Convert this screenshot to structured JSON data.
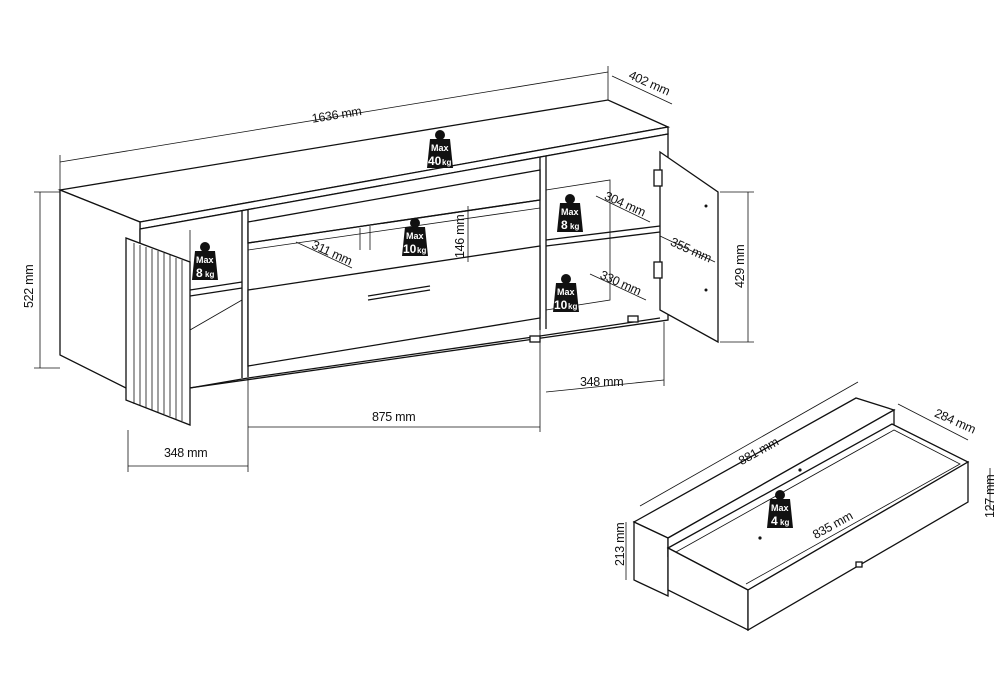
{
  "dimensions": {
    "width_total": "1636 mm",
    "depth_total": "402 mm",
    "height_total": "522 mm",
    "side_door_height": "429 mm",
    "left_compartment_width": "348 mm",
    "middle_width": "875 mm",
    "right_compartment_width": "348 mm",
    "left_shelf_depth": "311 mm",
    "niche_height": "146 mm",
    "right_upper_shelf_depth": "304 mm",
    "right_lower_shelf_depth": "330 mm",
    "right_compartment_height": "355 mm",
    "drawer_outer_width": "881 mm",
    "drawer_depth": "284 mm",
    "drawer_inner_width": "835 mm",
    "drawer_front_height": "213 mm",
    "drawer_side_height": "127 mm"
  },
  "loads": [
    {
      "id": "top",
      "label": "Max",
      "value": "40",
      "unit": "kg"
    },
    {
      "id": "left-shelf",
      "label": "Max",
      "value": "8",
      "unit": "kg"
    },
    {
      "id": "middle-shelf",
      "label": "Max",
      "value": "10",
      "unit": "kg"
    },
    {
      "id": "right-upper",
      "label": "Max",
      "value": "8",
      "unit": "kg"
    },
    {
      "id": "right-lower",
      "label": "Max",
      "value": "10",
      "unit": "kg"
    },
    {
      "id": "drawer",
      "label": "Max",
      "value": "4",
      "unit": "kg"
    }
  ]
}
